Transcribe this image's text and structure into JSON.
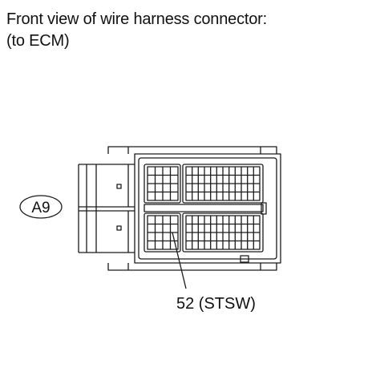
{
  "caption": {
    "line1": "Front view of wire harness connector:",
    "line2": "(to ECM)"
  },
  "connector": {
    "code": "A9"
  },
  "callout": {
    "label": "52 (STSW)"
  }
}
